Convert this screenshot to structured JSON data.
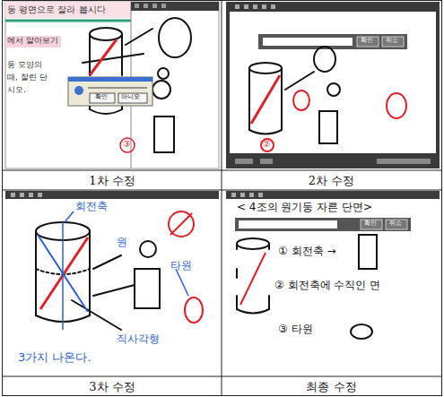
{
  "diagram": {
    "nodes": [
      {
        "text": [
          "1차 수정"
        ]
      },
      {
        "text": [
          "2차 수정"
        ]
      },
      {
        "text": [
          "3차 수정"
        ]
      },
      {
        "text": [
          "최종 수정"
        ]
      }
    ],
    "labels": [
      "둥 평면으로 잘라 봅시다",
      "에서 알아보기",
      "둥 모양의",
      "때, 잘린 단",
      "시오.",
      "확인",
      "아니오",
      "③",
      "확인",
      "취소",
      "②",
      "회전축",
      "원",
      "타원",
      "직사각형",
      "3가지 나온다.",
      "< 4조의 원기둥 자른 단면>",
      "① 회전축 →",
      "② 회전축에 수직인 면",
      "③ 타원",
      "확인",
      "취소"
    ]
  }
}
